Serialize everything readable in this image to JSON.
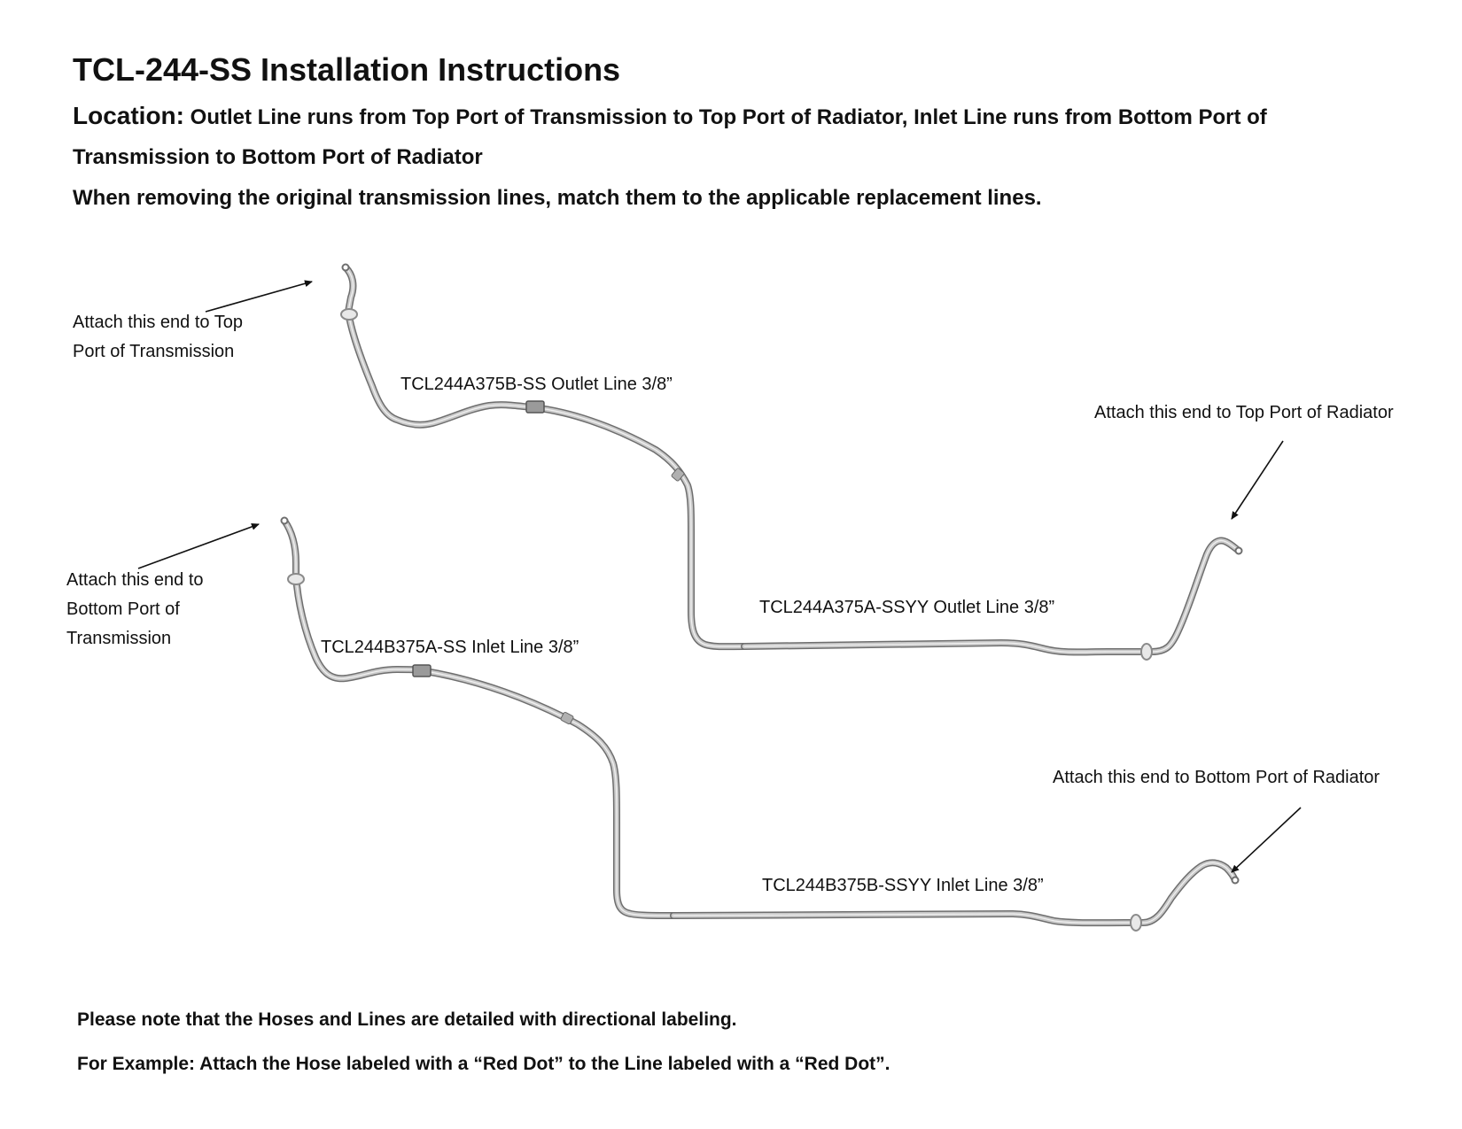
{
  "document": {
    "title": "TCL-244-SS Installation Instructions",
    "location_label": "Location:",
    "location_text": "Outlet Line runs from Top Port of Transmission to Top Port of Radiator, Inlet Line runs from Bottom Port of Transmission to Bottom Port of Radiator",
    "removing_note": "When removing the original transmission lines, match them to the applicable replacement lines."
  },
  "diagram": {
    "outlet": {
      "transmission_end_label_line1": "Attach this end to Top",
      "transmission_end_label_line2": "Port of Transmission",
      "upper_part_label": "TCL244A375B-SS Outlet Line 3/8”",
      "lower_part_label": "TCL244A375A-SSYY Outlet Line 3/8”",
      "radiator_end_label": "Attach this end to Top Port of Radiator"
    },
    "inlet": {
      "transmission_end_label_line1": "Attach this end to",
      "transmission_end_label_line2": "Bottom Port of",
      "transmission_end_label_line3": "Transmission",
      "upper_part_label": "TCL244B375A-SS Inlet Line 3/8”",
      "lower_part_label": "TCL244B375B-SSYY Inlet Line 3/8”",
      "radiator_end_label": "Attach this end to Bottom Port of Radiator"
    },
    "colors": {
      "tube_outline": "#6e6e6e",
      "tube_fill": "#c9c9c9",
      "tube_highlight": "#f2f2f2",
      "arrow": "#111111"
    }
  },
  "footer": {
    "note_1": "Please note that the Hoses and Lines are detailed with directional labeling.",
    "note_2": "For Example: Attach the Hose labeled with a “Red Dot” to the Line labeled with a “Red Dot”."
  }
}
